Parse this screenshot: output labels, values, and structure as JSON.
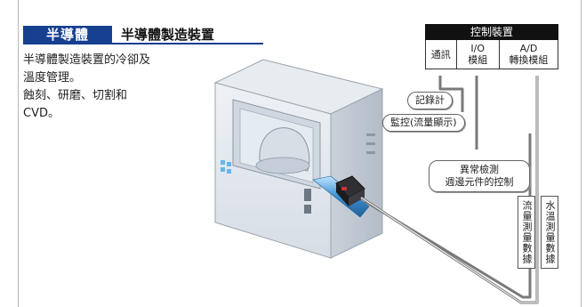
{
  "header": {
    "tag": "半導體",
    "title": "半導體製造裝置"
  },
  "description": [
    "半導體製造裝置的冷卻及",
    "溫度管理。",
    "蝕刻、研磨、切割和",
    "CVD。"
  ],
  "control": {
    "title": "控制裝置",
    "cells": [
      {
        "line1": "通訊",
        "line2": ""
      },
      {
        "line1": "I/O",
        "line2": "模組"
      },
      {
        "line1": "A/D",
        "line2": "轉換模組"
      }
    ]
  },
  "labels": {
    "recorder": "記錄計",
    "monitor": "監控(流量顯示)",
    "anomaly_line1": "異常檢測",
    "anomaly_line2": "週邊元件的控制",
    "flow_data": "流量測量數據",
    "water_temp": "水溫測量數據"
  },
  "colors": {
    "brand_blue": "#173f8f",
    "control_bg": "#111111",
    "cable": "#7a7a7a",
    "pipe": "#3a8fd0"
  }
}
